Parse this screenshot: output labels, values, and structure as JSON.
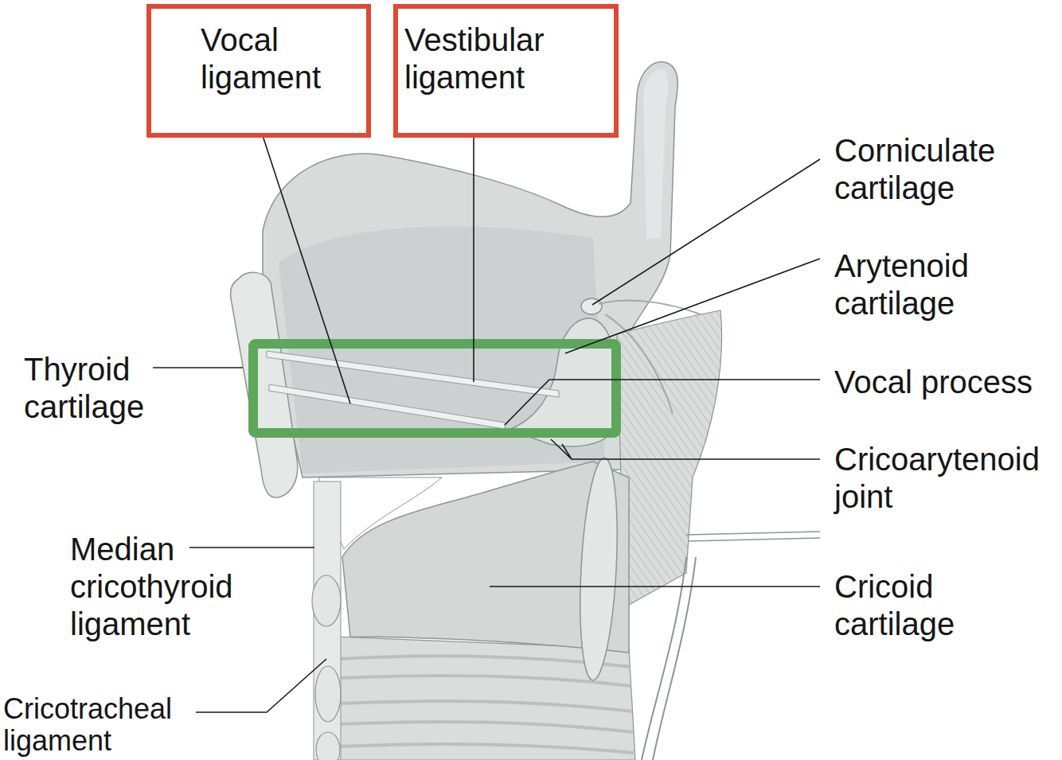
{
  "diagram": {
    "nodes": [
      {
        "text": [
          "Vocal ligament"
        ]
      },
      {
        "text": [
          "Vestibular ligament"
        ]
      }
    ],
    "labels": [
      "Corniculate cartilage",
      "Arytenoid cartilage",
      "Vocal process",
      "Cricoarytenoid joint",
      "Cricoid cartilage",
      "Thyroid cartilage",
      "Median cricothyroid ligament",
      "Cricotracheal ligament"
    ]
  }
}
